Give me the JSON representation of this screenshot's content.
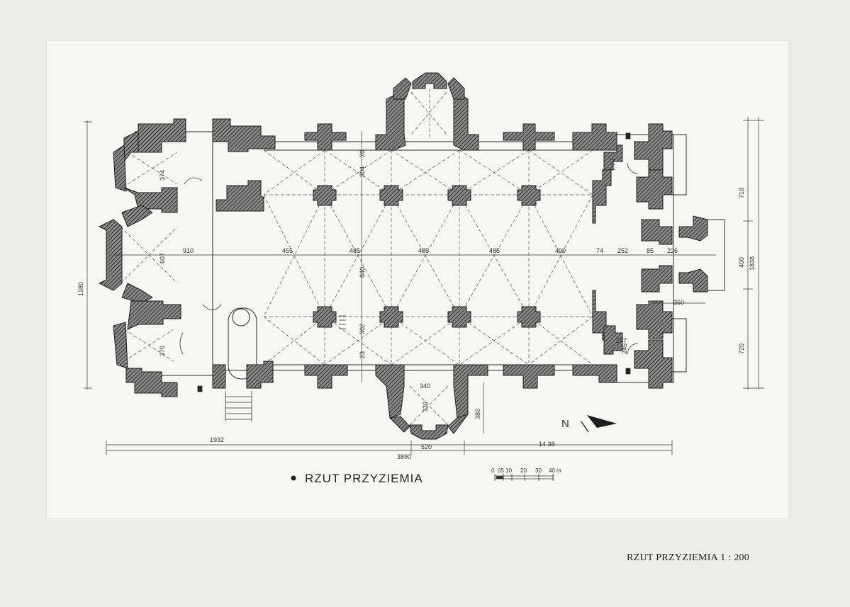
{
  "plan_title": "RZUT PRZYZIEMIA",
  "footer_caption": "RZUT PRZYZIEMIA   1 : 200",
  "north_label": "N",
  "scale_bar": {
    "labels": [
      "0",
      "05",
      "10",
      "20",
      "30",
      "40",
      "m"
    ]
  },
  "dimensions": {
    "overall_width": "1380",
    "nave_spans": [
      "910",
      "455",
      "485",
      "485",
      "485",
      "490",
      "74",
      "252",
      "85",
      "226"
    ],
    "bottom_left": "1932",
    "bottom_total": "3890",
    "bottom_middle": "520",
    "bottom_right": "14 38",
    "right_top": "718",
    "right_middle": "400",
    "right_total": "1838",
    "right_bottom": "720",
    "right_side_width": "350",
    "west_chapel_top": "374",
    "west_chapel_bottom": "376",
    "west_apse": "607",
    "center_top": "304",
    "center_top_small": "20",
    "center_height": "840",
    "center_bottom": "302",
    "center_bottom_small": "23",
    "south_chapel_width": "340",
    "south_chapel_depth": "330",
    "south_chapel_offset": "380",
    "east_room_width": "247",
    "east_room_depth": "246"
  },
  "colors": {
    "paper": "#f6f6f4",
    "background": "#ececea",
    "wall_fill": "#5c5c5c",
    "line": "#2a2a2a"
  }
}
